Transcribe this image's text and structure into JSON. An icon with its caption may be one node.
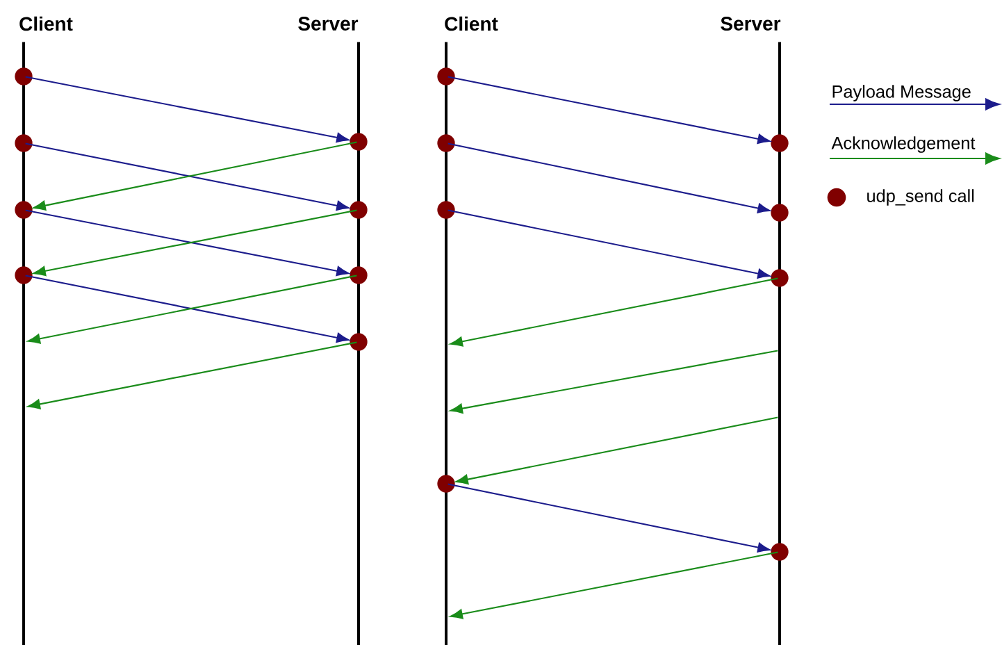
{
  "diagram": {
    "nodes": [
      {
        "text": [
          "Client"
        ]
      },
      {
        "text": [
          "Server"
        ]
      },
      {
        "text": [
          "Client"
        ]
      },
      {
        "text": [
          "Server"
        ]
      },
      {
        "text": [],
        "shape": "circle"
      },
      {
        "text": [],
        "shape": "circle"
      },
      {
        "text": [],
        "shape": "circle"
      },
      {
        "text": [],
        "shape": "circle"
      },
      {
        "text": [],
        "shape": "circle"
      },
      {
        "text": [],
        "shape": "circle"
      },
      {
        "text": [],
        "shape": "circle"
      },
      {
        "text": [],
        "shape": "circle"
      },
      {
        "text": [],
        "shape": "circle"
      },
      {
        "text": [],
        "shape": "circle"
      },
      {
        "text": [],
        "shape": "circle"
      },
      {
        "text": [],
        "shape": "circle"
      },
      {
        "text": [],
        "shape": "circle"
      },
      {
        "text": [],
        "shape": "circle"
      },
      {
        "text": [],
        "shape": "circle"
      },
      {
        "text": [],
        "shape": "circle"
      }
    ],
    "edges": [
      {
        "from": 4,
        "to": 8,
        "arrow": "to",
        "color": "#1c1c8c"
      },
      {
        "from": 5,
        "to": 9,
        "arrow": "to",
        "color": "#1c1c8c"
      },
      {
        "from": 6,
        "to": 10,
        "arrow": "to",
        "color": "#1c1c8c"
      },
      {
        "from": 7,
        "to": 11,
        "arrow": "to",
        "color": "#1c1c8c"
      },
      {
        "from": 8,
        "to": 6,
        "arrow": "to",
        "color": "#1a8c1a"
      },
      {
        "from": 9,
        "to": 7,
        "arrow": "to",
        "color": "#1a8c1a"
      },
      {
        "from": 10,
        "to": 0,
        "arrow": "to",
        "color": "#1a8c1a"
      },
      {
        "from": 11,
        "to": 0,
        "arrow": "to",
        "color": "#1a8c1a"
      },
      {
        "from": 12,
        "to": 16,
        "arrow": "to",
        "color": "#1c1c8c"
      },
      {
        "from": 13,
        "to": 17,
        "arrow": "to",
        "color": "#1c1c8c"
      },
      {
        "from": 14,
        "to": 18,
        "arrow": "to",
        "color": "#1c1c8c"
      },
      {
        "from": 15,
        "to": 19,
        "arrow": "to",
        "color": "#1c1c8c"
      },
      {
        "from": 18,
        "to": 2,
        "arrow": "to",
        "color": "#1a8c1a"
      },
      {
        "from": 3,
        "to": 2,
        "arrow": "to",
        "color": "#1a8c1a"
      },
      {
        "from": 3,
        "to": 15,
        "arrow": "to",
        "color": "#1a8c1a"
      },
      {
        "from": 19,
        "to": 2,
        "arrow": "to",
        "color": "#1a8c1a"
      }
    ],
    "legend": [
      {
        "text": "Payload Message"
      },
      {
        "text": "Acknowledgement"
      },
      {
        "text": "udp_send call"
      }
    ]
  }
}
